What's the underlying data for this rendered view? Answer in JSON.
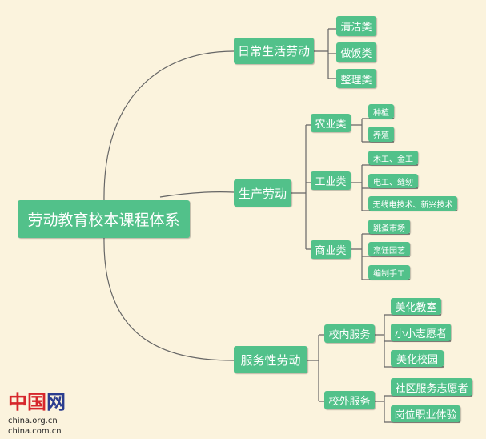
{
  "root": "劳动教育校本课程体系",
  "branches": [
    {
      "label": "日常生活劳动",
      "children": [
        "清洁类",
        "做饭类",
        "整理类"
      ]
    },
    {
      "label": "生产劳动",
      "children": [
        {
          "label": "农业类",
          "children": [
            "种植",
            "养殖"
          ]
        },
        {
          "label": "工业类",
          "children": [
            "木工、金工",
            "电工、缝纫",
            "无线电技术、新兴技术"
          ]
        },
        {
          "label": "商业类",
          "children": [
            "跳蚤市场",
            "烹饪园艺",
            "编制手工"
          ]
        }
      ]
    },
    {
      "label": "服务性劳动",
      "children": [
        {
          "label": "校内服务",
          "children": [
            "美化教室",
            "小小志愿者",
            "美化校园"
          ]
        },
        {
          "label": "校外服务",
          "children": [
            "社区服务志愿者",
            "岗位职业体验"
          ]
        }
      ]
    }
  ],
  "watermark": {
    "logo": "中国网",
    "line1": "china.org.cn",
    "line2": "china.com.cn"
  },
  "colors": {
    "node": "#52c18a",
    "background": "#fbf3dd",
    "line": "#666666"
  }
}
